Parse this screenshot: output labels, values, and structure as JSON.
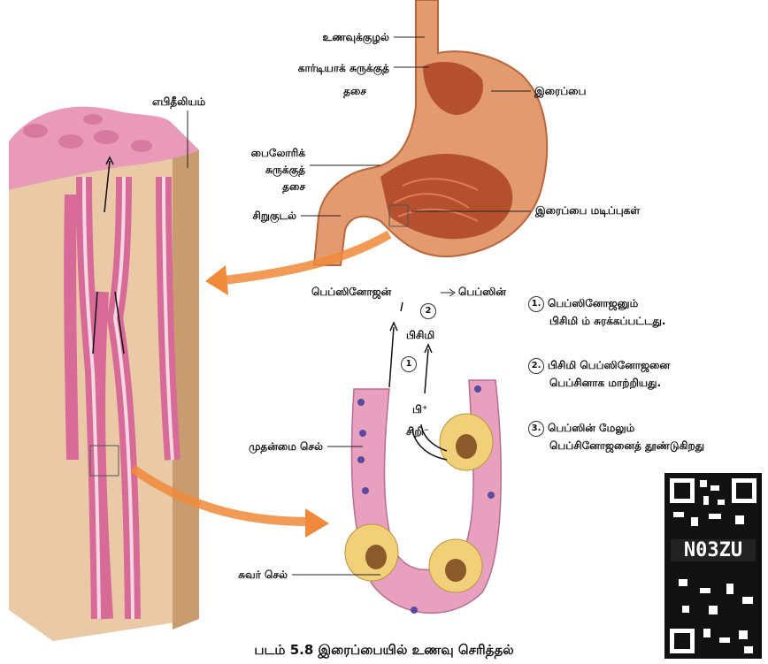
{
  "labels": {
    "oesophagus": "உணவுக்குழல்",
    "cardiac_sphincter_1": "கார்டியாக் சுருக்குத்",
    "cardiac_sphincter_2": "தசை",
    "stomach": "இரைப்பை",
    "epithelium": "எபிதீலியம்",
    "pyloric_1": "பைலோரிக்",
    "pyloric_2": "சுருக்குத்",
    "pyloric_3": "தசை",
    "small_intestine": "சிறுகுடல்",
    "gastric_folds": "இரைப்பை மடிப்புகள்",
    "pepsinogen_to_pepsin_from": "பெப்ஸினோஜன்",
    "pepsinogen_to_pepsin_to": "பெப்ஸின்",
    "hcl": "பிசிமி",
    "h_ion": "பி⁺",
    "cl_ion": "சிறி⁻",
    "chief_cell": "முதன்மை செல்",
    "parietal_cell": "சுவர் செல்"
  },
  "markers": {
    "one": "1",
    "two": "2"
  },
  "steps": [
    {
      "num": "1.",
      "line1": "பெப்ஸினோஜனும்",
      "line2": "பிசிமி ம் சுரக்கப்பட்டது."
    },
    {
      "num": "2.",
      "line1": "பிசிமி பெப்ஸினோஜனை",
      "line2": "பெப்சினாக மாற்றியது."
    },
    {
      "num": "3.",
      "line1": "பெப்ஸின் மேலும்",
      "line2": "பெப்சினோஜனைத் தூண்டுகிறது"
    }
  ],
  "caption": "படம் 5.8 இரைப்பையில் உணவு செரித்தல்",
  "qr_text": "N03ZU"
}
